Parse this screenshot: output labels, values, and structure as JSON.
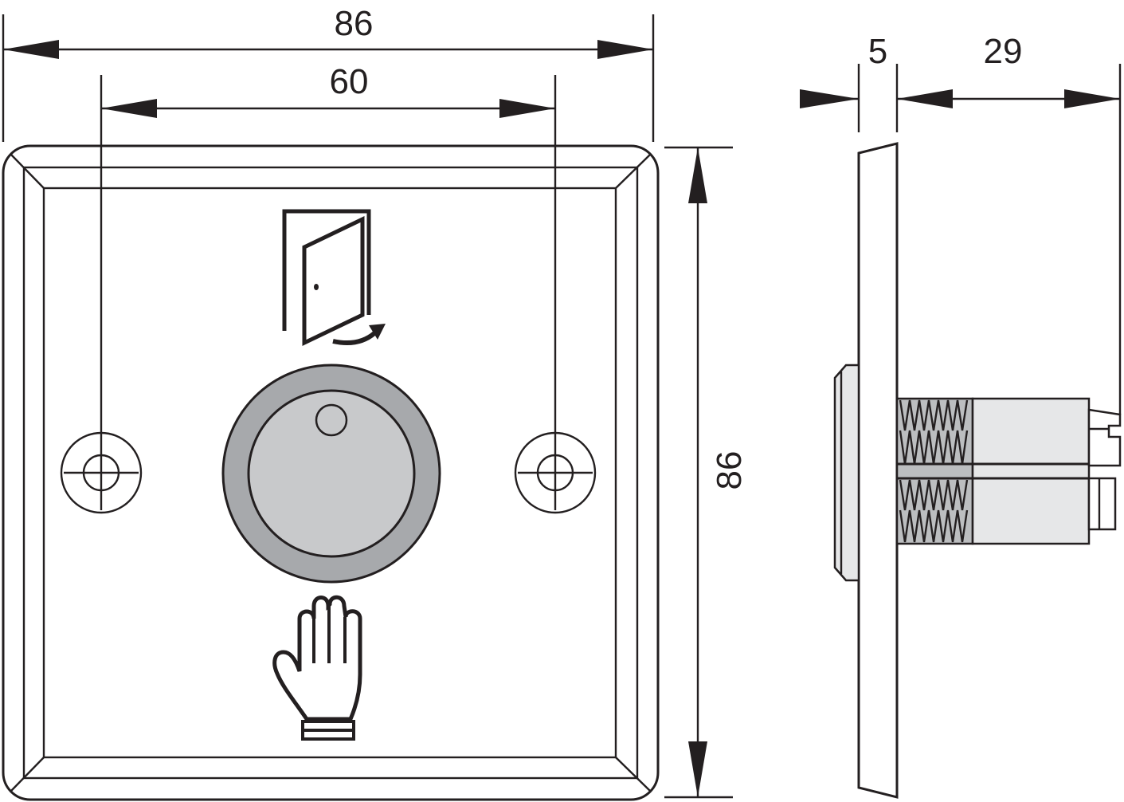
{
  "dimensions": {
    "front_total_width": "86",
    "front_hole_spacing": "60",
    "front_total_height": "86",
    "side_plate_thickness": "5",
    "side_body_depth": "29"
  },
  "colors": {
    "line": "#231f20",
    "button_outer": "#a7a9ac",
    "button_inner": "#c8c9cb",
    "body_fill": "#e6e7e8",
    "thread_fill": "#bcbec0"
  },
  "icons": {
    "door": "exit-door-icon",
    "hand": "hand-icon"
  }
}
